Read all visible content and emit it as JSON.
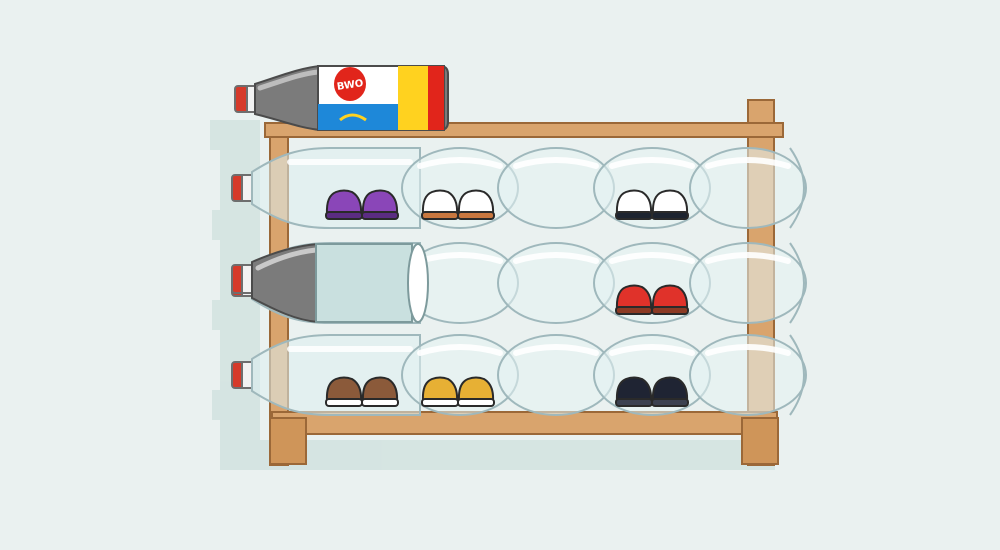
{
  "illustration": {
    "label_text": "BWO",
    "colors": {
      "background": "#eaf1f0",
      "wall_shadow": "#cfe0de",
      "wood": "#d9a46d",
      "wood_dark": "#b87a44",
      "bottle_glass": "#dceef0",
      "bottle_outline": "#9fb8bc",
      "cap_red": "#d63a2a",
      "cap_white": "#f2f2f2",
      "bottle_gray": "#7b7b7b",
      "label_red": "#e1251b",
      "label_yellow": "#ffd21f",
      "label_blue": "#1e88d9"
    },
    "shoe_pairs": [
      {
        "shelf": 1,
        "slot": 1,
        "color": "#8a46b8",
        "sole": "#5b2c82"
      },
      {
        "shelf": 1,
        "slot": 2,
        "color": "#ffffff",
        "sole": "#c9773f"
      },
      {
        "shelf": 1,
        "slot": 4,
        "color": "#ffffff",
        "sole": "#1d2430"
      },
      {
        "shelf": 2,
        "slot": 4,
        "color": "#e0322a",
        "sole": "#8b3a24"
      },
      {
        "shelf": 3,
        "slot": 1,
        "color": "#8b5a3a",
        "sole": "#ffffff"
      },
      {
        "shelf": 3,
        "slot": 2,
        "color": "#e7b034",
        "sole": "#ffffff"
      },
      {
        "shelf": 3,
        "slot": 4,
        "color": "#1f2433",
        "sole": "#3c4150"
      }
    ]
  }
}
